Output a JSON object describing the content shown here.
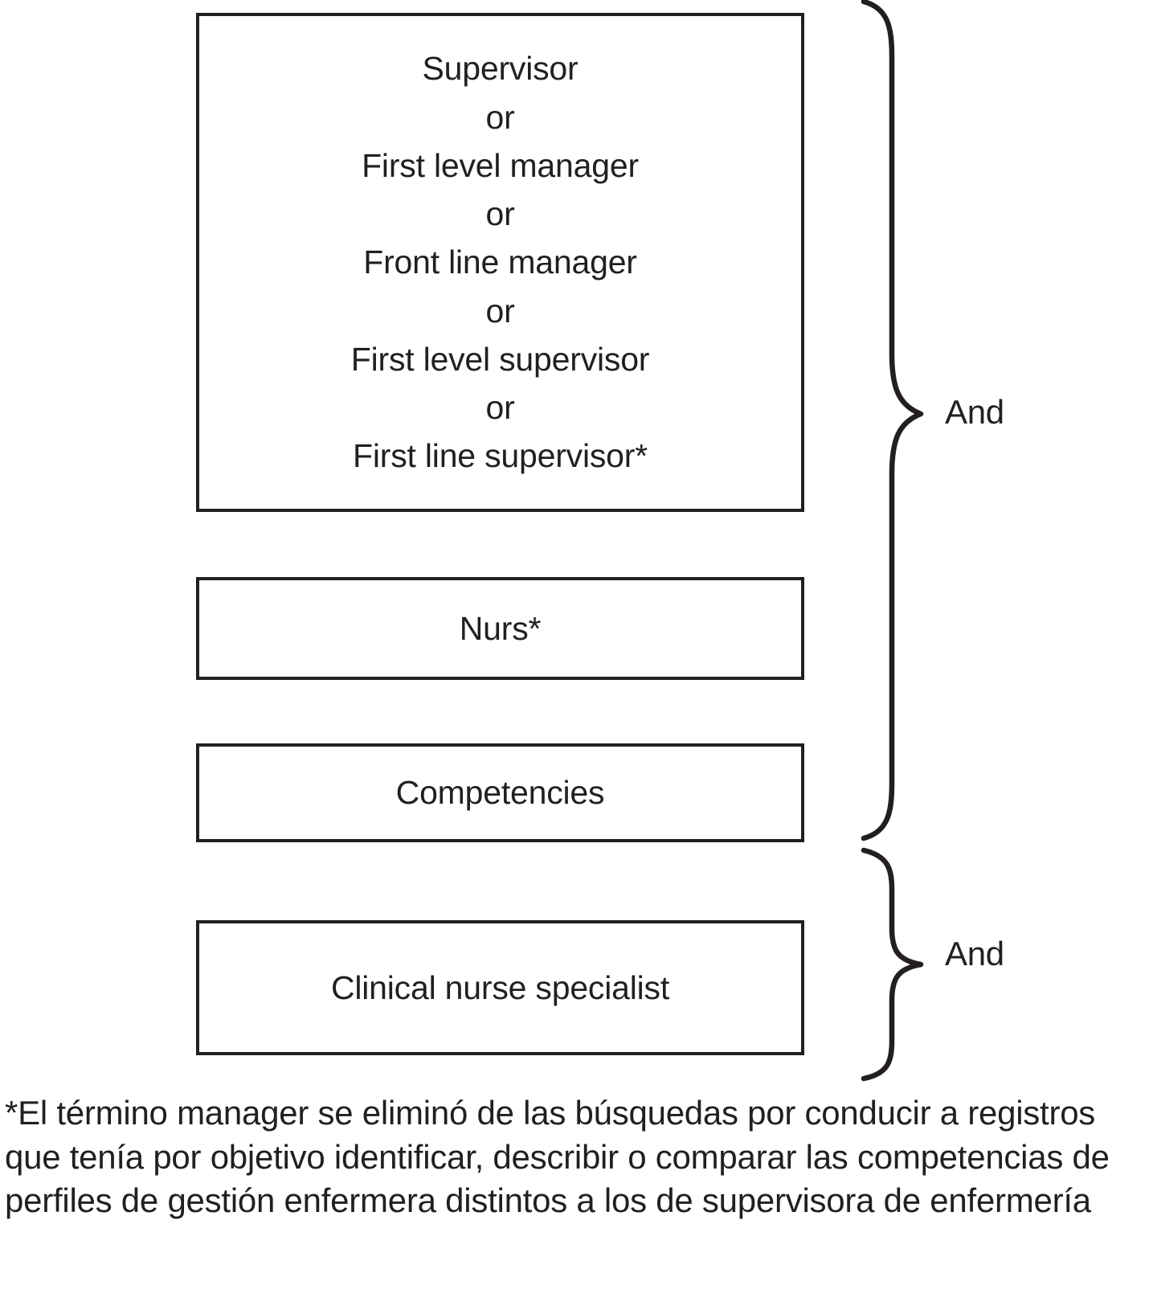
{
  "figure": {
    "type": "search-strategy-diagram",
    "accent_color": "#231f20",
    "background_color": "#ffffff"
  },
  "criteria_boxes": [
    {
      "name": "role-terms",
      "text": "Supervisor\nor\nFirst level manager\nor\nFront line manager\nor\nFirst level supervisor\nor\nFirst line supervisor*"
    },
    {
      "name": "nurs-term",
      "text": "Nurs*"
    },
    {
      "name": "competencies-term",
      "text": "Competencies"
    },
    {
      "name": "clinical-nurse-specialist-term",
      "text": "Clinical nurse specialist"
    }
  ],
  "connectors": [
    {
      "name": "upper-brace",
      "label": "And"
    },
    {
      "name": "lower-brace",
      "label": "And"
    }
  ],
  "footnote": {
    "text": "*El término manager se eliminó de las búsquedas por conducir a registros que tenía por objetivo identificar, describir o comparar las competencias de perfiles de gestión enfermera distintos a los de supervisora de enfermería"
  }
}
